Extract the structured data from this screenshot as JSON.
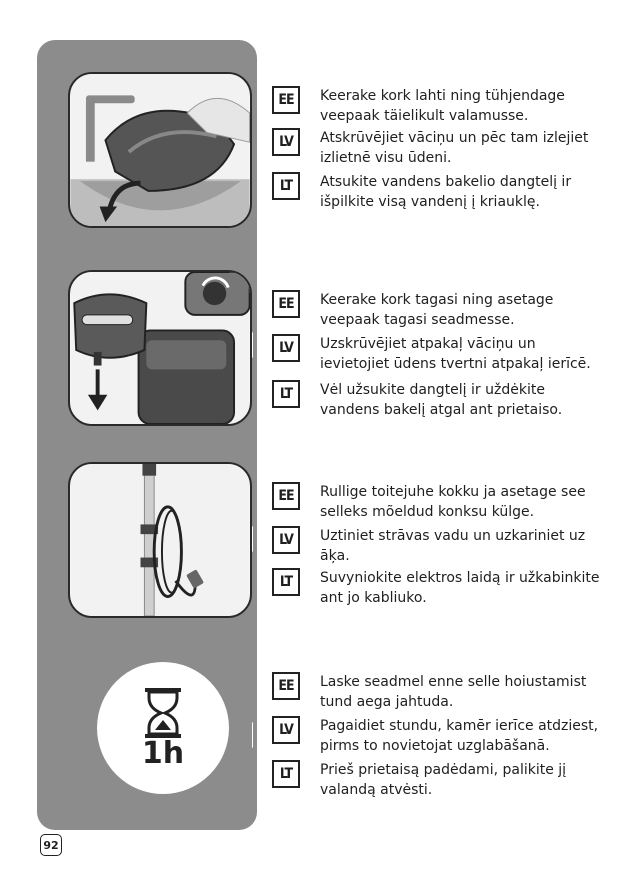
{
  "page_number": "92",
  "steps": [
    {
      "illustration": "empty-water-tank-into-sink",
      "instructions": [
        {
          "lang": "EE",
          "text": "Keerake kork lahti ning tühjendage veepaak täielikult valamusse."
        },
        {
          "lang": "LV",
          "text": "Atskrūvējiet vāciņu un pēc tam izlejiet izlietnē visu ūdeni."
        },
        {
          "lang": "LT",
          "text": "Atsukite vandens bakelio dangtelį ir išpilkite visą vandenį į kriauklę."
        }
      ]
    },
    {
      "illustration": "reinsert-water-tank",
      "instructions": [
        {
          "lang": "EE",
          "text": "Keerake kork tagasi ning asetage veepaak tagasi seadmesse."
        },
        {
          "lang": "LV",
          "text": "Uzskrūvējiet atpakaļ vāciņu un ievietojiet ūdens tvertni atpakaļ ierīcē."
        },
        {
          "lang": "LT",
          "text": "Vėl užsukite dangtelį ir uždėkite vandens bakelį atgal ant prietaiso."
        }
      ]
    },
    {
      "illustration": "wrap-power-cord-on-hook",
      "instructions": [
        {
          "lang": "EE",
          "text": "Rullige toitejuhe kokku ja asetage see selleks mõeldud konksu külge."
        },
        {
          "lang": "LV",
          "text": "Uztiniet strāvas vadu un uzkariniet uz āķa."
        },
        {
          "lang": "LT",
          "text": "Suvyniokite elektros laidą ir užkabinkite ant jo kabliuko."
        }
      ]
    },
    {
      "illustration": "hourglass-1h",
      "illustration_label": "1h",
      "instructions": [
        {
          "lang": "EE",
          "text": "Laske seadmel enne selle hoiustamist tund aega jahtuda."
        },
        {
          "lang": "LV",
          "text": "Pagaidiet stundu, kamēr ierīce atdziest, pirms to novietojat uzglabāšanā."
        },
        {
          "lang": "LT",
          "text": "Prieš prietaisą padėdami, palikite jį valandą atvėsti."
        }
      ]
    }
  ],
  "colors": {
    "panel": "#8c8c8c",
    "ink": "#1f1f1f"
  }
}
